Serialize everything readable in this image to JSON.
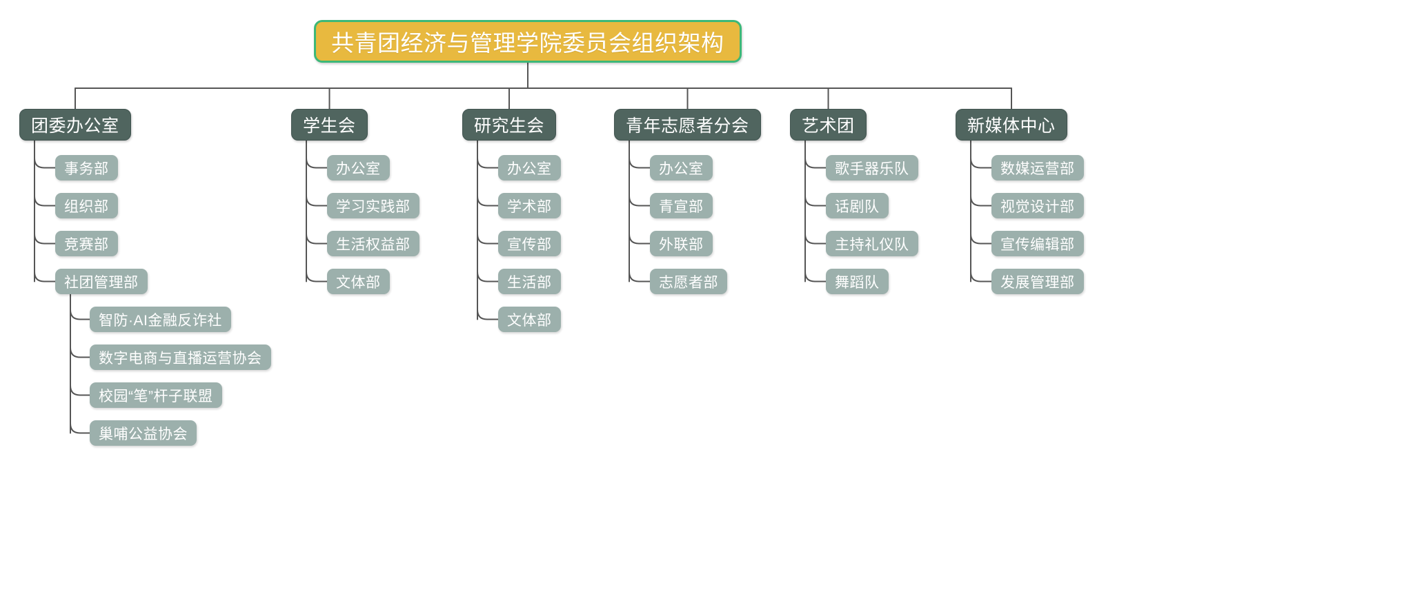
{
  "diagram": {
    "kind": "organization-chart",
    "title": "共青团经济与管理学院委员会组织架构",
    "colors": {
      "root_fill": "#e8b93f",
      "root_border": "#3cb878",
      "level1_fill": "#50655f",
      "level2_fill": "#9cb0ac",
      "connector": "#555555",
      "text": "#ffffff",
      "background": "#ffffff"
    },
    "branches": [
      {
        "label": "团委办公室",
        "children": [
          {
            "label": "事务部",
            "children": []
          },
          {
            "label": "组织部",
            "children": []
          },
          {
            "label": "竞赛部",
            "children": []
          },
          {
            "label": "社团管理部",
            "children": [
              {
                "label": "智防·AI金融反诈社"
              },
              {
                "label": "数字电商与直播运营协会"
              },
              {
                "label": "校园“笔”杆子联盟"
              },
              {
                "label": "巢哺公益协会"
              }
            ]
          }
        ]
      },
      {
        "label": "学生会",
        "children": [
          {
            "label": "办公室",
            "children": []
          },
          {
            "label": "学习实践部",
            "children": []
          },
          {
            "label": "生活权益部",
            "children": []
          },
          {
            "label": "文体部",
            "children": []
          }
        ]
      },
      {
        "label": "研究生会",
        "children": [
          {
            "label": "办公室",
            "children": []
          },
          {
            "label": "学术部",
            "children": []
          },
          {
            "label": "宣传部",
            "children": []
          },
          {
            "label": "生活部",
            "children": []
          },
          {
            "label": "文体部",
            "children": []
          }
        ]
      },
      {
        "label": "青年志愿者分会",
        "children": [
          {
            "label": "办公室",
            "children": []
          },
          {
            "label": "青宣部",
            "children": []
          },
          {
            "label": "外联部",
            "children": []
          },
          {
            "label": "志愿者部",
            "children": []
          }
        ]
      },
      {
        "label": "艺术团",
        "children": [
          {
            "label": "歌手器乐队",
            "children": []
          },
          {
            "label": "话剧队",
            "children": []
          },
          {
            "label": "主持礼仪队",
            "children": []
          },
          {
            "label": "舞蹈队",
            "children": []
          }
        ]
      },
      {
        "label": "新媒体中心",
        "children": [
          {
            "label": "数媒运营部",
            "children": []
          },
          {
            "label": "视觉设计部",
            "children": []
          },
          {
            "label": "宣传编辑部",
            "children": []
          },
          {
            "label": "发展管理部",
            "children": []
          }
        ]
      }
    ]
  }
}
